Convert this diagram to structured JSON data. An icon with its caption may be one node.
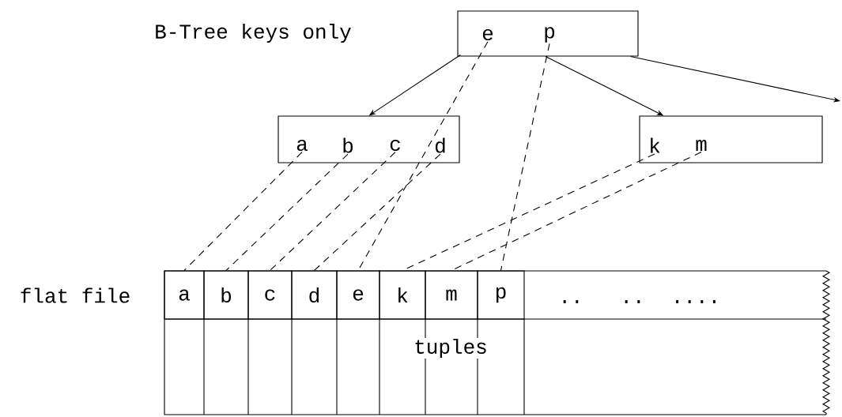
{
  "diagram": {
    "nodes": [
      {
        "text": [],
        "shape": "box"
      },
      {
        "text": [
          "e"
        ],
        "in": 0
      },
      {
        "text": [
          "p"
        ],
        "in": 0
      },
      {
        "text": [],
        "shape": "box"
      },
      {
        "text": [
          "a"
        ],
        "in": 3
      },
      {
        "text": [
          "b"
        ],
        "in": 3
      },
      {
        "text": [
          "c"
        ],
        "in": 3
      },
      {
        "text": [
          "d"
        ],
        "in": 3
      },
      {
        "text": [],
        "shape": "box"
      },
      {
        "text": [
          "k"
        ],
        "in": 8
      },
      {
        "text": [
          "m"
        ],
        "in": 8
      },
      {
        "text": [],
        "shape": "box"
      },
      {
        "text": [
          "a"
        ],
        "in": 11
      },
      {
        "text": [
          "b"
        ],
        "in": 11
      },
      {
        "text": [
          "c"
        ],
        "in": 11
      },
      {
        "text": [
          "d"
        ],
        "in": 11
      },
      {
        "text": [
          "e"
        ],
        "in": 11
      },
      {
        "text": [
          "k"
        ],
        "in": 11
      },
      {
        "text": [
          "m"
        ],
        "in": 11
      },
      {
        "text": [
          "p"
        ],
        "in": 11
      }
    ],
    "edges": [
      {
        "from": 0,
        "to": 3,
        "arrow": "to"
      },
      {
        "from": 0,
        "to": 8,
        "arrow": "to"
      },
      {
        "from": 0,
        "to": null,
        "arrow": "to"
      },
      {
        "from": 1,
        "to": 16,
        "arrow": "none",
        "style": "dashed"
      },
      {
        "from": 2,
        "to": 19,
        "arrow": "none",
        "style": "dashed"
      },
      {
        "from": 4,
        "to": 12,
        "arrow": "none",
        "style": "dashed"
      },
      {
        "from": 5,
        "to": 13,
        "arrow": "none",
        "style": "dashed"
      },
      {
        "from": 6,
        "to": 14,
        "arrow": "none",
        "style": "dashed"
      },
      {
        "from": 7,
        "to": 15,
        "arrow": "none",
        "style": "dashed"
      },
      {
        "from": 9,
        "to": 17,
        "arrow": "none",
        "style": "dashed"
      },
      {
        "from": 10,
        "to": 18,
        "arrow": "none",
        "style": "dashed"
      }
    ],
    "labels": [
      "B-Tree keys only",
      "flat file",
      "..",
      "..",
      "....",
      "tuples"
    ]
  }
}
